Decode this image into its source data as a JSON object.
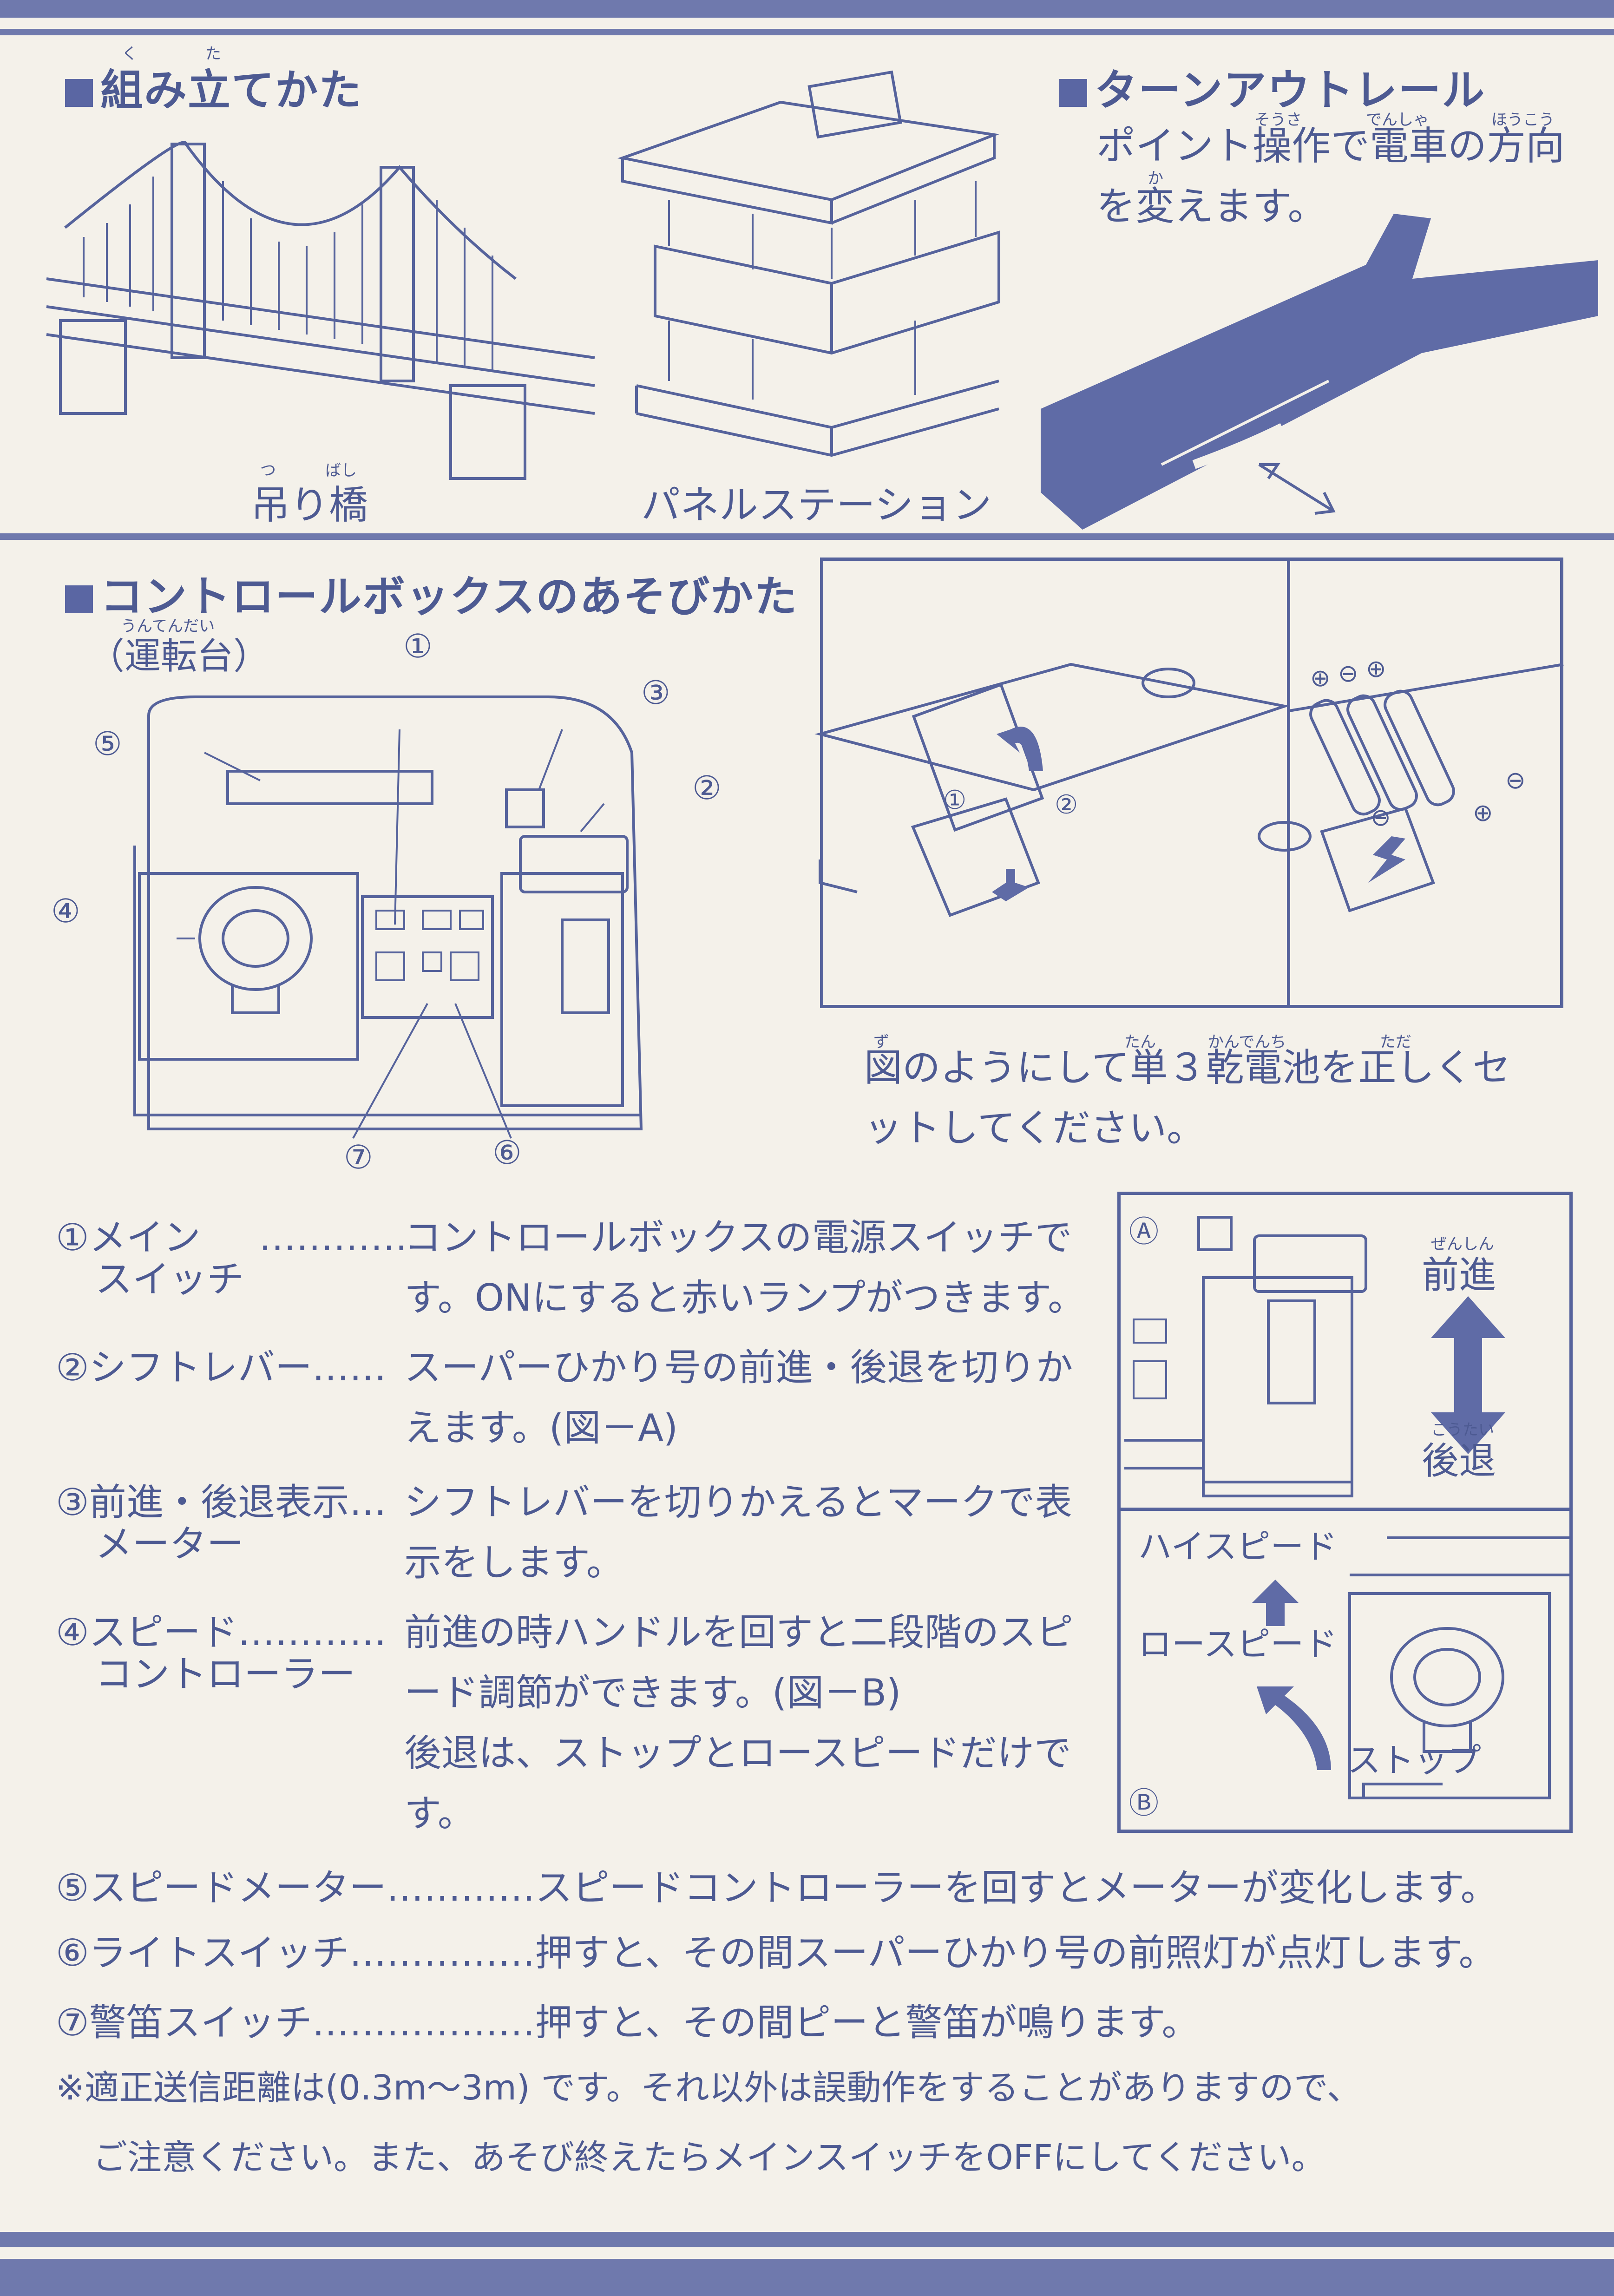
{
  "assembly": {
    "title": "組み立てかた",
    "title_ruby_ku": "く",
    "title_ruby_ta": "た",
    "bridge_label": "吊り橋",
    "bridge_ruby_tsu": "つ",
    "bridge_ruby_bashi": "ばし",
    "station_label": "パネルステーション"
  },
  "turnout": {
    "title": "ターンアウトレール",
    "line1": "ポイント操作で電車の方向",
    "line2": "を変えます。",
    "ruby_sousa": "そうさ",
    "ruby_densha": "でんしゃ",
    "ruby_houkou": "ほうこう",
    "ruby_ka": "か"
  },
  "control": {
    "title": "コントロールボックスのあそびかた",
    "subtitle": "（運転台）",
    "subtitle_ruby": "うんてんだい",
    "callouts": [
      "①",
      "②",
      "③",
      "④",
      "⑤",
      "⑥",
      "⑦"
    ],
    "battery_line1": "図のようにして単３乾電池を正しくセ",
    "battery_line2": "ットしてください。",
    "battery_ruby_zu": "ず",
    "battery_ruby_tan": "たん",
    "battery_ruby_kandenchi": "かんでんち",
    "battery_ruby_tada": "ただ",
    "polarity_plus": "⊕",
    "polarity_minus": "⊖",
    "step1": "①",
    "step2": "②"
  },
  "items": [
    {
      "num": "①",
      "name1": "メイン",
      "name2": "スイッチ",
      "dots": "…………",
      "line1": "コントロールボックスの電源スイッチで",
      "line2": "す。ONにすると赤いランプがつきます。"
    },
    {
      "num": "②",
      "name1": "シフトレバー……",
      "line1": "スーパーひかり号の前進・後退を切りか",
      "line2": "えます。(図－A)"
    },
    {
      "num": "③",
      "name1": "前進・後退表示…",
      "name2": "メーター",
      "line1": "シフトレバーを切りかえるとマークで表",
      "line2": "示をします。"
    },
    {
      "num": "④",
      "name1": "スピード…………",
      "name2": "コントローラー",
      "line1": "前進の時ハンドルを回すと二段階のスピ",
      "line2": "ード調節ができます。(図－B)",
      "line3": "後退は、ストップとロースピードだけで",
      "line4": "す。"
    },
    {
      "num": "⑤",
      "name1": "スピードメーター…………",
      "line1": "スピードコントローラーを回すとメーターが変化します。"
    },
    {
      "num": "⑥",
      "name1": "ライトスイッチ……………",
      "line1": "押すと、その間スーパーひかり号の前照灯が点灯します。"
    },
    {
      "num": "⑦",
      "name1": "警笛スイッチ………………",
      "line1": "押すと、その間ピーと警笛が鳴ります。"
    }
  ],
  "note": {
    "line1": "※適正送信距離は(0.3m〜3m) です。それ以外は誤動作をすることがありますので、",
    "line2": "ご注意ください。また、あそび終えたらメインスイッチをOFFにしてください。"
  },
  "figure_a": {
    "label": "Ⓐ",
    "forward": "前進",
    "reverse": "後退",
    "ruby_zenshin": "ぜんしん",
    "ruby_koutai": "こうたい"
  },
  "figure_b": {
    "label": "Ⓑ",
    "high": "ハイスピード",
    "low": "ロースピード",
    "stop": "ストップ"
  },
  "colors": {
    "ink": "#4d5a92",
    "band": "#6f79ad",
    "paper": "#f4f1ea"
  }
}
